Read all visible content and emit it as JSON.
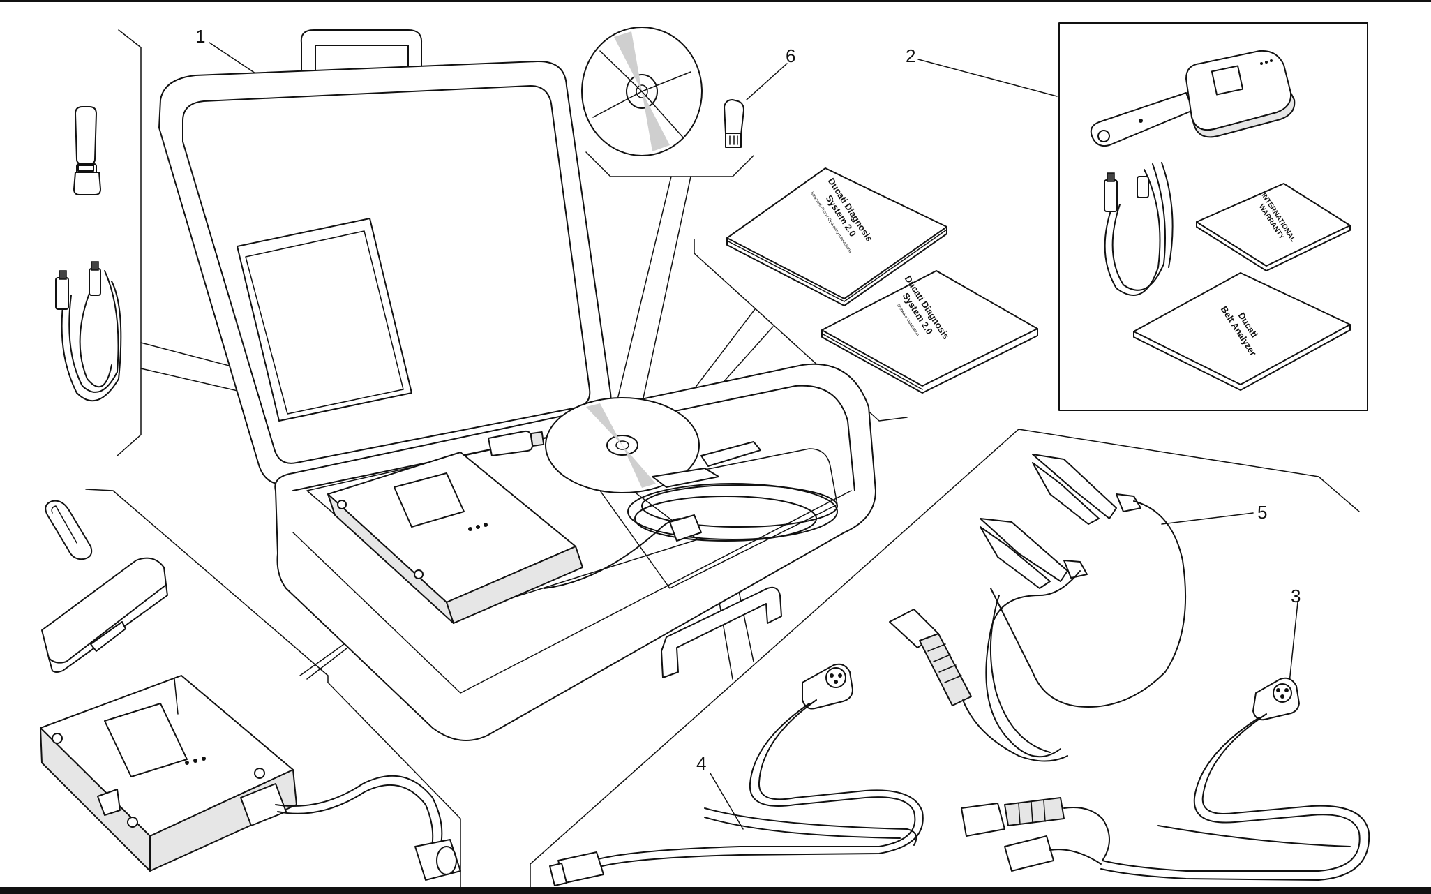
{
  "callouts": {
    "c1": "1",
    "c2": "2",
    "c3": "3",
    "c4": "4",
    "c5": "5",
    "c6": "6"
  },
  "books": {
    "manual1_title_l1": "Ducati Diagnosis",
    "manual1_title_l2": "System 2.0",
    "manual1_sub": "Istruzioni d'uso / Operating instructions",
    "manual2_title_l1": "Ducati Diagnosis",
    "manual2_title_l2": "System 2.0",
    "manual2_sub": "Software installation",
    "warranty_l1": "INTERNATIONAL",
    "warranty_l2": "WARRANTY",
    "belt_l1": "Ducati",
    "belt_l2": "Belt Analyzer"
  },
  "colors": {
    "line": "#111111",
    "background": "#ffffff",
    "shade": "#e6e6e6"
  }
}
